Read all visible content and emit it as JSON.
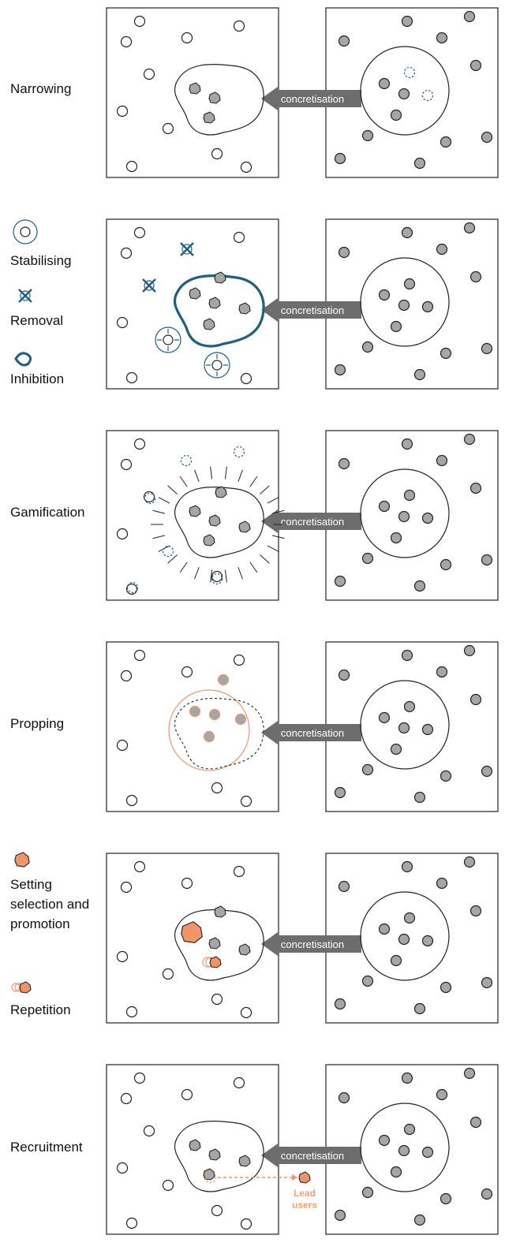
{
  "arrow_label": "concretisation",
  "colors": {
    "dark_fill": "#a6a6a6",
    "stroke": "#222222",
    "blue_accent": "#1f5f7f",
    "orange_accent": "#f0946a",
    "arrow_fill": "#6d6d6d"
  },
  "rows": [
    {
      "id": "narrowing",
      "labels": [
        "Narrowing"
      ]
    },
    {
      "id": "stabilising",
      "labels": [
        "Stabilising",
        "Removal",
        "Inhibition"
      ]
    },
    {
      "id": "gamification",
      "labels": [
        "Gamification"
      ]
    },
    {
      "id": "propping",
      "labels": [
        "Propping"
      ]
    },
    {
      "id": "setting",
      "labels": [
        "Setting",
        "selection and",
        "promotion",
        "Repetition"
      ]
    },
    {
      "id": "recruitment",
      "labels": [
        "Recruitment"
      ],
      "callout": [
        "Lead",
        "users"
      ]
    }
  ]
}
